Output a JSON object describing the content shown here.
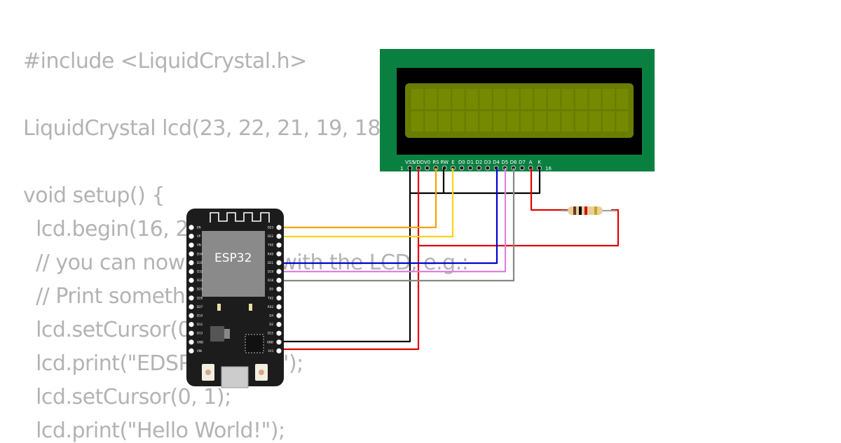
{
  "code": {
    "lines": [
      "#include <LiquidCrystal.h>",
      "",
      "LiquidCrystal lcd(23, 22, 21, 19, 18",
      "",
      "void setup() {",
      "  lcd.begin(16, 2",
      "  // you can now               with the LCD, e.g.:",
      "  // Print someth",
      "  lcd.setCursor(0",
      "  lcd.print(\"EDSP              \");",
      "  lcd.setCursor(0, 1);",
      "  lcd.print(\"Hello World!\");"
    ]
  },
  "lcd": {
    "pin_first": "1",
    "pin_last": "16",
    "pins": [
      "VSS",
      "VDD",
      "V0",
      "RS",
      "RW",
      "E",
      "D0",
      "D1",
      "D2",
      "D3",
      "D4",
      "D5",
      "D6",
      "D7",
      "A",
      "K"
    ]
  },
  "esp32": {
    "chip_label": "ESP32",
    "left_pins": [
      "EN",
      "VP",
      "VN",
      "D34",
      "D35",
      "D32",
      "D33",
      "D25",
      "D26",
      "D27",
      "D14",
      "D12",
      "D13",
      "GND",
      "VIN"
    ],
    "right_pins": [
      "D23",
      "D22",
      "TX0",
      "RX0",
      "D21",
      "D19",
      "D18",
      "D5",
      "TX2",
      "RX2",
      "D4",
      "D2",
      "D15",
      "GND",
      "3V3"
    ]
  },
  "colors": {
    "wire_yellow": "#f0a400",
    "wire_yellow_light": "#ffd21a",
    "wire_black": "#000000",
    "wire_red": "#e00000",
    "wire_blue": "#0000d0",
    "wire_violet": "#e080e0",
    "wire_gray": "#888888",
    "pcb_green": "#0a8040",
    "esp_board": "#1c1c1c"
  }
}
